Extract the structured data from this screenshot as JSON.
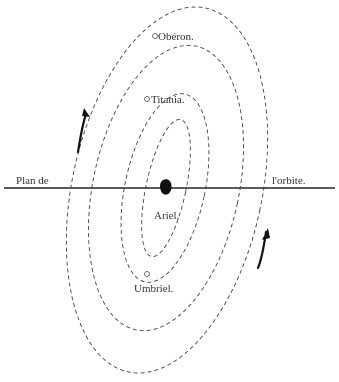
{
  "labels": {
    "plane_left": "Plan de",
    "plane_right": "l'orbite.",
    "oberon": "Obéron.",
    "titania": "Titania.",
    "ariel": "Ariel.",
    "umbriel": "Umbriel."
  },
  "colors": {
    "ink": "#222222",
    "orbit": "#444444",
    "background": "#ffffff"
  }
}
